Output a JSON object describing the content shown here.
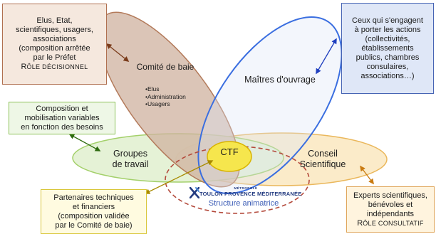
{
  "boxes": {
    "elus": {
      "lines": [
        "Elus, Etat,",
        "scientifiques, usagers,",
        "associations",
        "(composition arrêtée",
        "par le Préfet"
      ],
      "role_first": "R",
      "role_rest": "ÔLE DÉCISIONNEL"
    },
    "maitres_ouvrage": {
      "lines": [
        "Ceux qui s'engagent",
        "à porter les actions",
        "(collectivités,",
        "établissements",
        "publics, chambres",
        "consulaires,",
        "associations…)"
      ]
    },
    "composition": {
      "lines": [
        "Composition et",
        "mobilisation variables",
        "en fonction des besoins"
      ]
    },
    "partenaires": {
      "lines": [
        "Partenaires techniques",
        "et financiers",
        "(composition validée",
        "par le Comité de baie)"
      ]
    },
    "experts": {
      "lines": [
        "Experts scientifiques,",
        "bénévoles et",
        "indépendants"
      ],
      "role_first": "R",
      "role_rest": "ÔLE CONSULTATIF"
    }
  },
  "groups": {
    "comite": {
      "label": "Comité de baie",
      "members": [
        "Elus",
        "Administration",
        "Usagers"
      ]
    },
    "maitres": {
      "label": "Maîtres d'ouvrage"
    },
    "groupes": {
      "lines": [
        "Groupes",
        "de travail"
      ]
    },
    "conseil": {
      "lines": [
        "Conseil",
        "Scientifique"
      ]
    },
    "ctf": {
      "label": "CTF"
    },
    "structure": {
      "logo_top": "MÉTROPOLE",
      "logo_main": "TOULON PROVENCE MÉDITERRANÉE",
      "label": "Structure animatrice"
    }
  },
  "colors": {
    "comite_fill": "#cfb29f",
    "comite_stroke": "#b37a5a",
    "maitres_stroke": "#3a6ee0",
    "maitres_fill": "#dce6f7",
    "groupes_fill": "#e3f1d2",
    "groupes_stroke": "#9acb5a",
    "conseil_fill": "#fbe9c4",
    "conseil_stroke": "#e8b04a",
    "ctf_fill": "#f6e64d",
    "ctf_stroke": "#d9b400",
    "structure_stroke": "#b44a3c",
    "arrow_blue": "#1f3fbf",
    "arrow_brown": "#7a3b1a",
    "arrow_green": "#2e6b10",
    "arrow_gold": "#a88a00",
    "arrow_orange": "#c97a10"
  }
}
